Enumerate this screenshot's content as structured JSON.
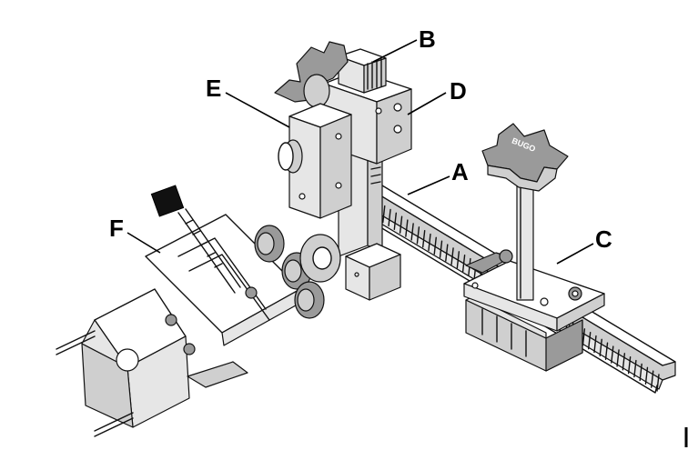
{
  "labels": {
    "a": "A",
    "b": "B",
    "c": "C",
    "d": "D",
    "e": "E",
    "f": "F"
  },
  "knob_brand": "BUGO",
  "colors": {
    "line": "#111111",
    "light_shade": "#e6e6e6",
    "mid_shade": "#cfcfcf",
    "dark_shade": "#9a9a9a",
    "black": "#111111",
    "background": "#ffffff"
  }
}
